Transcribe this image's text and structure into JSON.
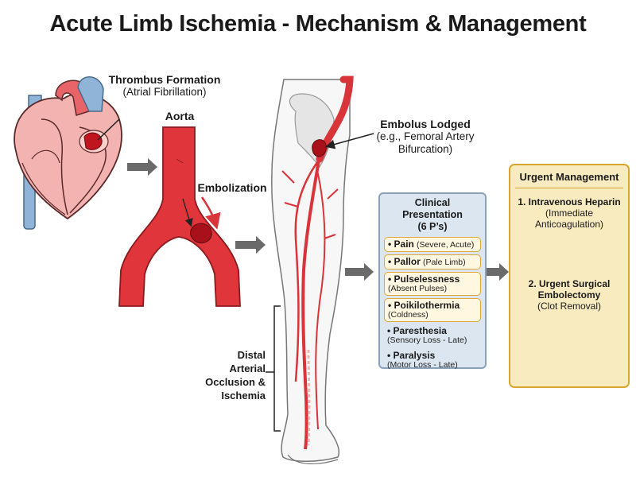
{
  "title": "Acute Limb Ischemia - Mechanism & Management",
  "labels": {
    "thrombus_title": "Thrombus Formation",
    "thrombus_sub": "(Atrial Fibrillation)",
    "aorta": "Aorta",
    "embolization": "Embolization",
    "embolus_title": "Embolus Lodged",
    "embolus_sub1": "(e.g., Femoral Artery",
    "embolus_sub2": "Bifurcation)",
    "distal_1": "Distal",
    "distal_2": "Arterial",
    "distal_3": "Occlusion &",
    "distal_4": "Ischemia"
  },
  "clinical": {
    "title_1": "Clinical Presentation",
    "title_2": "(6 P’s)",
    "items": [
      {
        "name": "• Pain",
        "desc": "(Severe, Acute)"
      },
      {
        "name": "• Pallor",
        "desc": "(Pale Limb)"
      },
      {
        "name": "• Pulselessness",
        "desc": "(Absent Pulses)"
      },
      {
        "name": "• Poikilothermia",
        "desc": "(Coldness)"
      },
      {
        "name": "• Paresthesia",
        "desc": "(Sensory Loss - Late)"
      },
      {
        "name": "• Paralysis",
        "desc": "(Motor Loss - Late)"
      }
    ]
  },
  "management": {
    "title": "Urgent Management",
    "step1_title": "1. Intravenous Heparin",
    "step1_sub1": "(Immediate",
    "step1_sub2": "Anticoagulation)",
    "step2_title_1": "2. Urgent Surgical",
    "step2_title_2": "Embolectomy",
    "step2_sub": "(Clot Removal)"
  },
  "icons": [
    "heart-icon",
    "aorta-icon",
    "leg-icon",
    "syringe-icon",
    "scalpel-icon",
    "vessel-clot-icon"
  ],
  "colors": {
    "artery": "#d9343a",
    "clot": "#b8141e",
    "clinical_box": "#dbe6f0",
    "management_box": "#f8ebc0",
    "highlight_border": "#e0a83a"
  }
}
